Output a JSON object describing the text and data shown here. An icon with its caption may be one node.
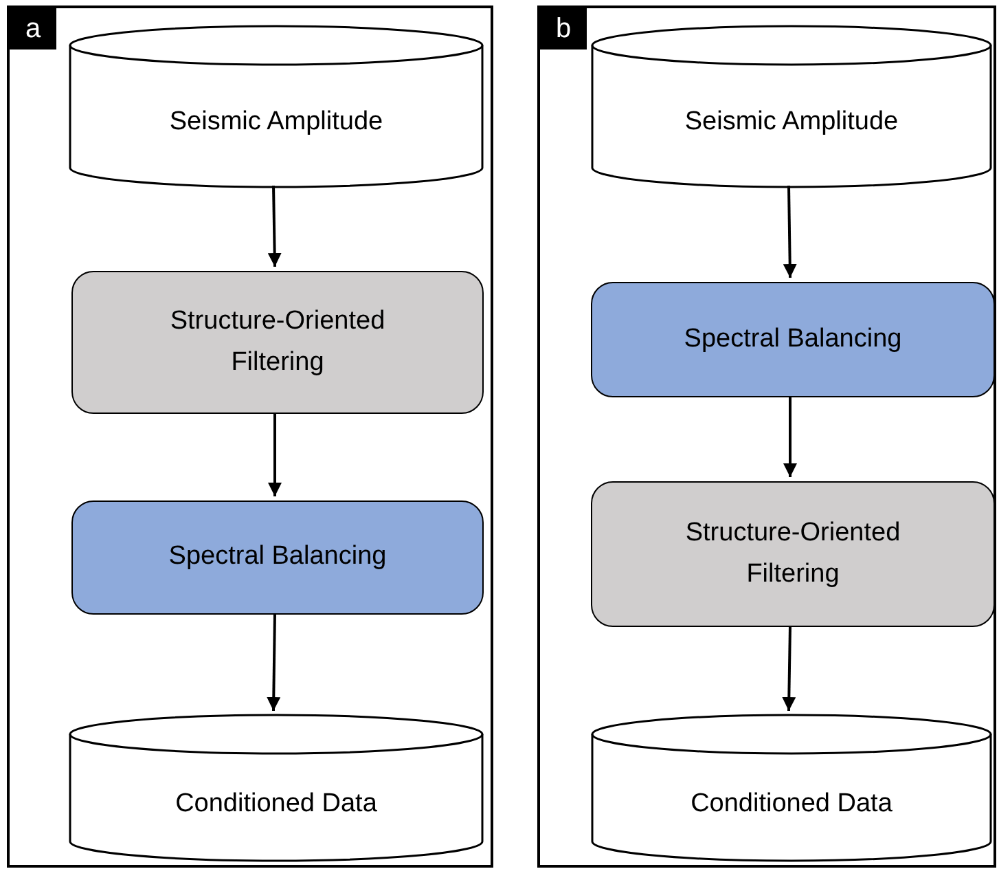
{
  "diagram": {
    "nodes": [
      {
        "text": [
          "a"
        ]
      },
      {
        "text": [
          "Seismic Amplitude"
        ],
        "in": 0
      },
      {
        "text": [
          "Structure-Oriented Filtering"
        ],
        "in": 0
      },
      {
        "text": [
          "Spectral Balancing"
        ],
        "in": 0
      },
      {
        "text": [
          "Conditioned Data"
        ],
        "in": 0
      },
      {
        "text": [
          "b"
        ]
      },
      {
        "text": [
          "Seismic Amplitude"
        ],
        "in": 5
      },
      {
        "text": [
          "Spectral Balancing"
        ],
        "in": 5
      },
      {
        "text": [
          "Structure-Oriented Filtering"
        ],
        "in": 5
      },
      {
        "text": [
          "Conditioned Data"
        ],
        "in": 5
      }
    ],
    "edges": [
      {
        "from": 1,
        "to": 2,
        "arrow": "to"
      },
      {
        "from": 2,
        "to": 3,
        "arrow": "to"
      },
      {
        "from": 3,
        "to": 4,
        "arrow": "to"
      },
      {
        "from": 6,
        "to": 7,
        "arrow": "to"
      },
      {
        "from": 7,
        "to": 8,
        "arrow": "to"
      },
      {
        "from": 8,
        "to": 9,
        "arrow": "to"
      }
    ]
  }
}
